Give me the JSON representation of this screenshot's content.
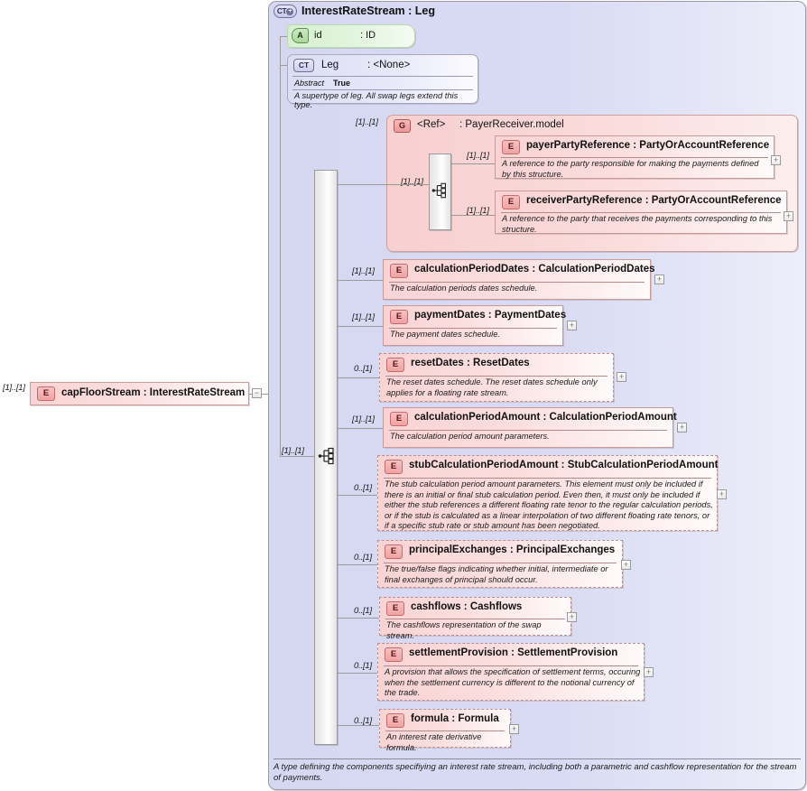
{
  "root_element": {
    "cardinality": "[1]..[1]",
    "badge": "E",
    "title": "capFloorStream : InterestRateStream",
    "collapse_symbol": "−"
  },
  "complex_type": {
    "badge": "CT",
    "badge_plus": "+",
    "title": "InterestRateStream : Leg",
    "footer_description": "A type defining the components specifiying an interest rate stream, including both a parametric and cashflow representation for the stream of payments."
  },
  "attribute": {
    "badge": "A",
    "name": "id",
    "type": ": ID"
  },
  "base_type": {
    "badge": "CT",
    "name": "Leg",
    "type": ": <None>",
    "prop_key": "Abstract",
    "prop_value": "True",
    "description": "A supertype of leg. All swap legs extend this type."
  },
  "group_ref": {
    "badge": "G",
    "name": "<Ref>",
    "type": ": PayerReceiver.model",
    "cardinality": "[1]..[1]",
    "children": [
      {
        "badge": "E",
        "cardinality": "[1]..[1]",
        "title": "payerPartyReference : PartyOrAccountReference",
        "description": "A reference to the party responsible for making the payments defined by this structure.",
        "expander": "+"
      },
      {
        "badge": "E",
        "cardinality": "[1]..[1]",
        "title": "receiverPartyReference : PartyOrAccountReference",
        "description": "A reference to the party that receives the payments corresponding to this structure.",
        "expander": "+"
      }
    ]
  },
  "sequence": {
    "cardinality": "[1]..[1]",
    "icon": "sequence-icon"
  },
  "elements": [
    {
      "badge": "E",
      "cardinality": "[1]..[1]",
      "title": "calculationPeriodDates : CalculationPeriodDates",
      "description": "The calculation periods dates schedule.",
      "expander": "+",
      "optional": false
    },
    {
      "badge": "E",
      "cardinality": "[1]..[1]",
      "title": "paymentDates : PaymentDates",
      "description": "The payment dates schedule.",
      "expander": "+",
      "optional": false
    },
    {
      "badge": "E",
      "cardinality": "0..[1]",
      "title": "resetDates : ResetDates",
      "description": "The reset dates schedule. The reset dates schedule only applies for a floating rate stream.",
      "expander": "+",
      "optional": true
    },
    {
      "badge": "E",
      "cardinality": "[1]..[1]",
      "title": "calculationPeriodAmount : CalculationPeriodAmount",
      "description": "The calculation period amount parameters.",
      "expander": "+",
      "optional": false
    },
    {
      "badge": "E",
      "cardinality": "0..[1]",
      "title": "stubCalculationPeriodAmount : StubCalculationPeriodAmount",
      "description": "The stub calculation period amount parameters. This element must only be included if there is an initial or final stub calculation period. Even then, it must only be included if either the stub references a different floating rate tenor to the regular calculation periods, or if the stub is calculated as a linear interpolation of two different floating rate tenors, or if a specific stub rate or stub amount has been negotiated.",
      "expander": "+",
      "optional": true
    },
    {
      "badge": "E",
      "cardinality": "0..[1]",
      "title": "principalExchanges : PrincipalExchanges",
      "description": "The true/false flags indicating whether initial, intermediate or final exchanges of principal should occur.",
      "expander": "+",
      "optional": true
    },
    {
      "badge": "E",
      "cardinality": "0..[1]",
      "title": "cashflows : Cashflows",
      "description": "The cashflows representation of the swap stream.",
      "expander": "+",
      "optional": true
    },
    {
      "badge": "E",
      "cardinality": "0..[1]",
      "title": "settlementProvision : SettlementProvision",
      "description": "A provision that allows the specification of settlement terms, occuring when the settlement currency is different to the notional currency of the trade.",
      "expander": "+",
      "optional": true
    },
    {
      "badge": "E",
      "cardinality": "0..[1]",
      "title": "formula : Formula",
      "description": "An interest rate derivative formula.",
      "expander": "+",
      "optional": true
    }
  ]
}
